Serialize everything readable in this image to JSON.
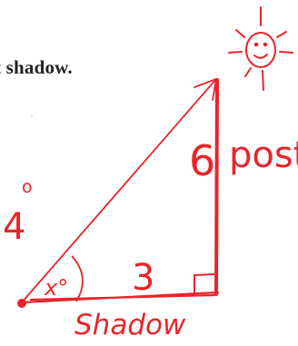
{
  "printed_text": "t shadow.",
  "labels": {
    "hypotenuse": "4",
    "degree": "o",
    "angle": "x°",
    "height": "6",
    "height_name": "post",
    "base": "3",
    "base_name": "Shadow"
  },
  "colors": {
    "ink": "#e8242a",
    "text": "#222222",
    "background": "#ffffff"
  },
  "icons": [
    "sun-icon",
    "right-angle-mark-icon",
    "angle-arc-icon"
  ]
}
